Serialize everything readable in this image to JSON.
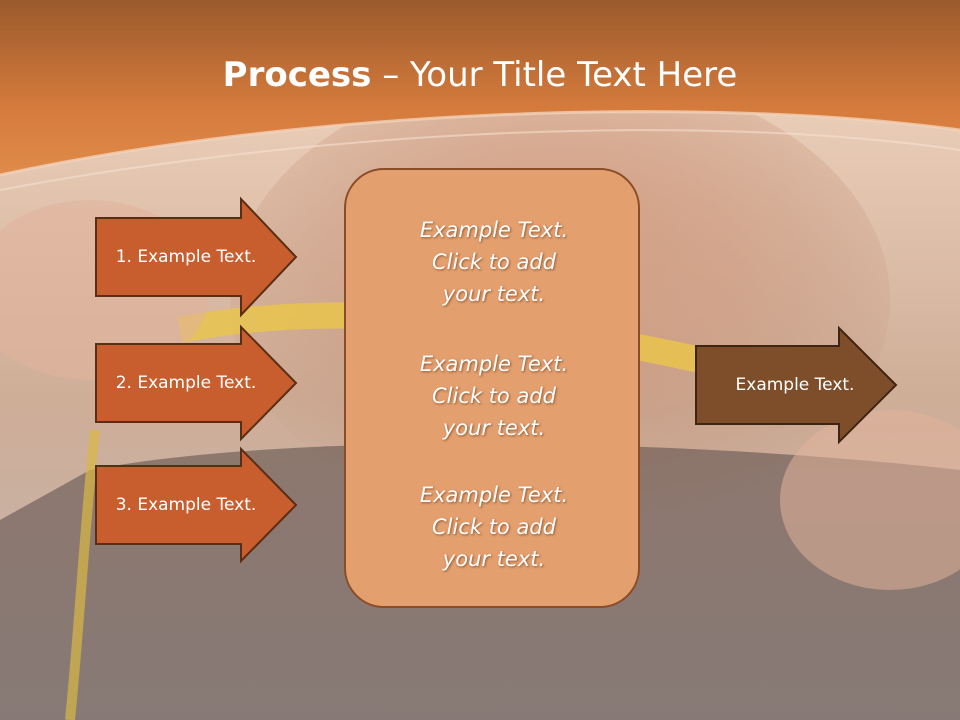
{
  "slide": {
    "title_bold": "Process",
    "title_dash": " – ",
    "title_rest": "Your Title Text Here"
  },
  "left_arrows": [
    {
      "label": "1. Example Text."
    },
    {
      "label": "2. Example Text."
    },
    {
      "label": "3. Example Text."
    }
  ],
  "center_box": {
    "blocks": [
      {
        "lines": [
          "Example Text.",
          "Click  to add",
          "your text."
        ]
      },
      {
        "lines": [
          "Example Text.",
          "Click  to add",
          "your text."
        ]
      },
      {
        "lines": [
          "Example Text.",
          "Click  to add",
          "your text."
        ]
      }
    ]
  },
  "right_arrow": {
    "label": "Example Text."
  },
  "colors": {
    "header_orange": "#d9793a",
    "left_arrow_fill": "#c85e2e",
    "right_arrow_fill": "#7e4e2a",
    "box_fill": "#e39f6e",
    "outline": "#5a2e14"
  }
}
